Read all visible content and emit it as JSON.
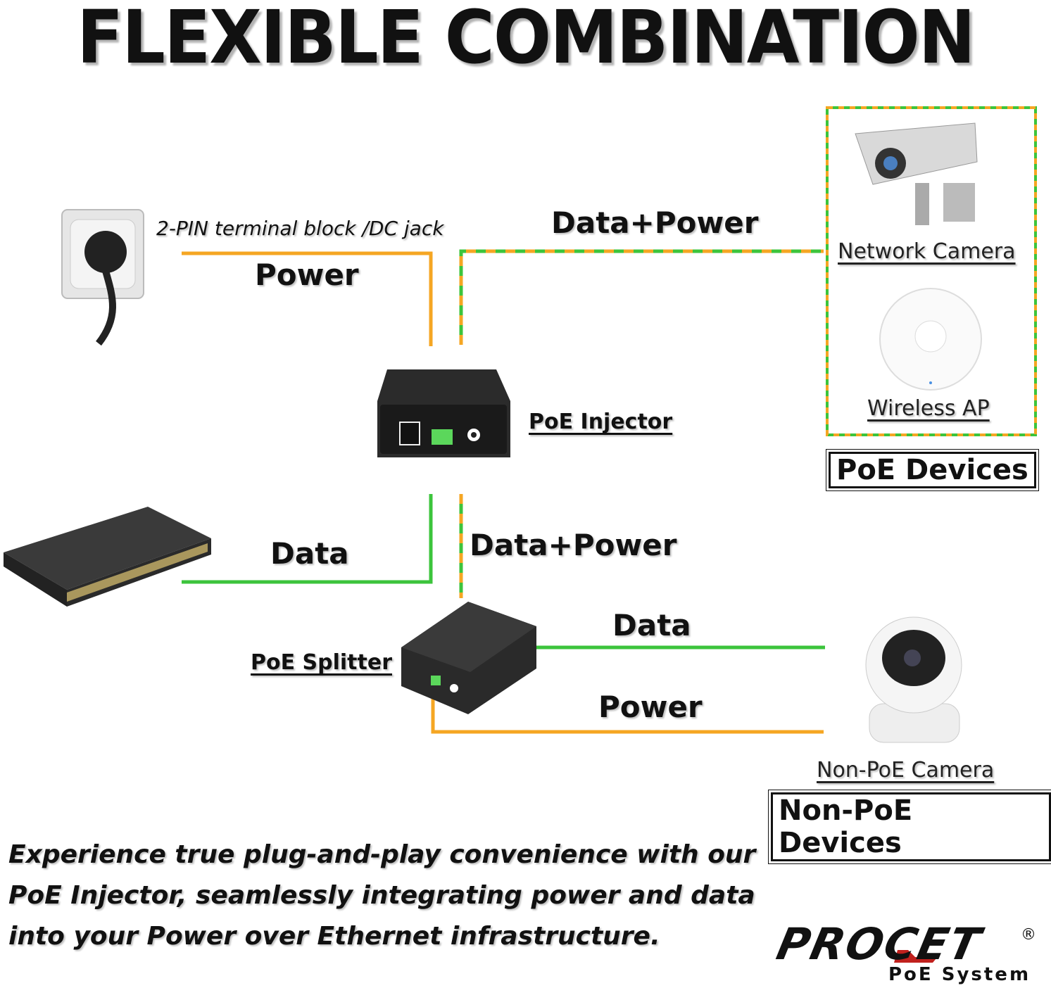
{
  "title": "FLEXIBLE COMBINATION",
  "labels": {
    "terminal": "2-PIN terminal block /DC jack",
    "power_top": "Power",
    "data_power_top": "Data+Power",
    "data_left": "Data",
    "data_power_mid": "Data+Power",
    "data_right": "Data",
    "power_bottom": "Power"
  },
  "devices": {
    "injector": "PoE Injector",
    "splitter": "PoE Splitter",
    "network_camera": "Network Camera",
    "wireless_ap": "Wireless AP",
    "non_poe_camera": "Non-PoE Camera"
  },
  "groups": {
    "poe": "PoE Devices",
    "non_poe": "Non-PoE Devices"
  },
  "footer": "Experience true plug-and-play convenience with our PoE Injector, seamlessly integrating power and data into your Power over Ethernet infrastructure.",
  "logo": {
    "brand": "PROCET",
    "registered": "®",
    "tagline": "PoE System"
  },
  "colors": {
    "power": "#f5a623",
    "data": "#3cc43c",
    "logo_accent": "#c0201d"
  }
}
